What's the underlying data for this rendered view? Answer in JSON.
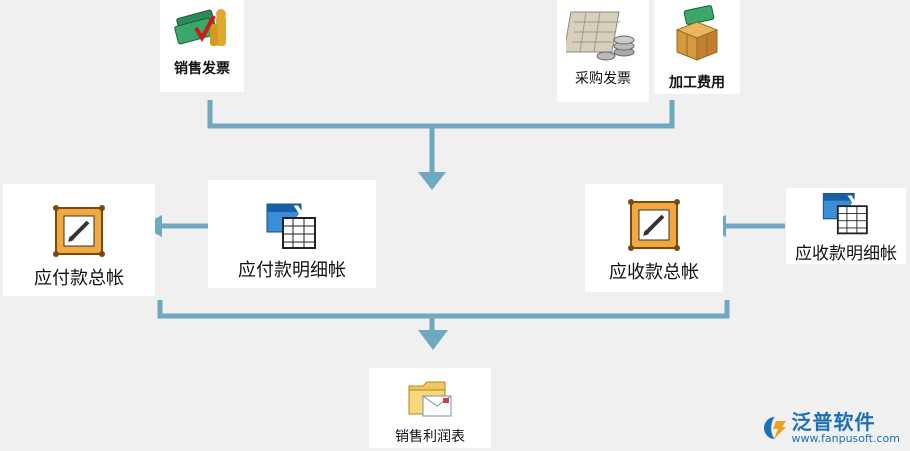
{
  "colors": {
    "background": "#f0f0f0",
    "connector": "#6fa8c0",
    "brand": "#1d6fb6"
  },
  "nodes": {
    "sales_invoice": {
      "label": "销售发票",
      "icon": "money-check-icon"
    },
    "purchase_invoice": {
      "label": "采购发票",
      "icon": "ledger-coins-icon"
    },
    "processing_fee": {
      "label": "加工费用",
      "icon": "boxes-money-icon"
    },
    "payable_ledger": {
      "label": "应付款总帐",
      "icon": "ledger-pencil-icon"
    },
    "payable_detail": {
      "label": "应付款明细帐",
      "icon": "excel-sheet-icon"
    },
    "receivable_ledger": {
      "label": "应收款总帐",
      "icon": "ledger-pencil-icon"
    },
    "receivable_detail": {
      "label": "应收款明细帐",
      "icon": "excel-sheet-icon"
    },
    "sales_profit": {
      "label": "销售利润表",
      "icon": "folder-mail-icon"
    }
  },
  "watermark": {
    "brand": "泛普软件",
    "url": "www.fanpusoft.com"
  }
}
